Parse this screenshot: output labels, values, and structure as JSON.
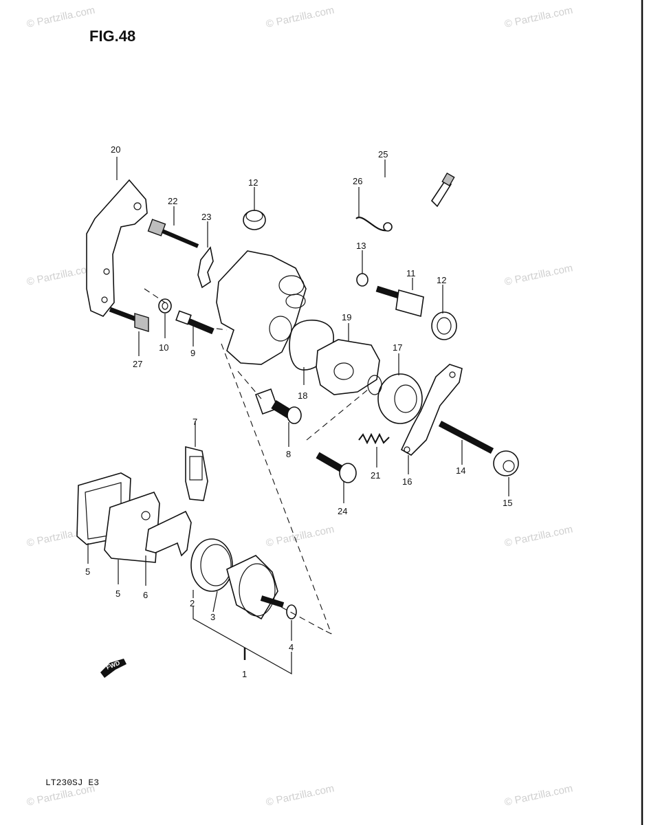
{
  "figure": {
    "title": "FIG.48",
    "model_code": "LT230SJ  E3",
    "arrow_label": "FWD"
  },
  "watermark": {
    "text": "© Partzilla.com"
  },
  "parts": [
    {
      "id": "p1",
      "label": "1"
    },
    {
      "id": "p2",
      "label": "2"
    },
    {
      "id": "p3",
      "label": "3"
    },
    {
      "id": "p4",
      "label": "4"
    },
    {
      "id": "p5a",
      "label": "5"
    },
    {
      "id": "p5b",
      "label": "5"
    },
    {
      "id": "p6",
      "label": "6"
    },
    {
      "id": "p7",
      "label": "7"
    },
    {
      "id": "p8",
      "label": "8"
    },
    {
      "id": "p9",
      "label": "9"
    },
    {
      "id": "p10",
      "label": "10"
    },
    {
      "id": "p11",
      "label": "11"
    },
    {
      "id": "p12a",
      "label": "12"
    },
    {
      "id": "p12b",
      "label": "12"
    },
    {
      "id": "p13",
      "label": "13"
    },
    {
      "id": "p14",
      "label": "14"
    },
    {
      "id": "p15",
      "label": "15"
    },
    {
      "id": "p16",
      "label": "16"
    },
    {
      "id": "p17",
      "label": "17"
    },
    {
      "id": "p18",
      "label": "18"
    },
    {
      "id": "p19",
      "label": "19"
    },
    {
      "id": "p20",
      "label": "20"
    },
    {
      "id": "p21",
      "label": "21"
    },
    {
      "id": "p22",
      "label": "22"
    },
    {
      "id": "p23",
      "label": "23"
    },
    {
      "id": "p24",
      "label": "24"
    },
    {
      "id": "p25",
      "label": "25"
    },
    {
      "id": "p26",
      "label": "26"
    },
    {
      "id": "p27",
      "label": "27"
    }
  ]
}
